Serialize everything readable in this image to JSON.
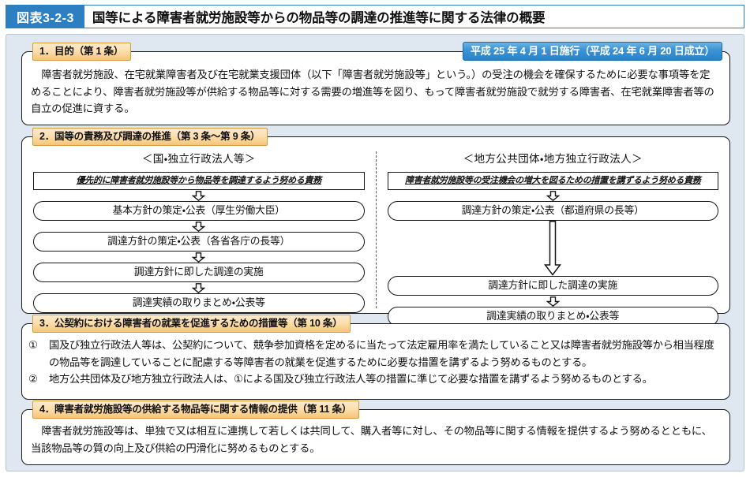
{
  "header": {
    "figure_number": "図表3-2-3",
    "title": "国等による障害者就労施設等からの物品等の調達の推進等に関する法律の概要"
  },
  "colors": {
    "brand_blue": "#2d7fc1",
    "panel_bg": "#dfe7f1",
    "label_orange": "#f6c578",
    "label_orange_border": "#d79b3c",
    "badge_blue": "#3d95d6",
    "box_border": "#161616"
  },
  "date_badge": {
    "text": "平成 25 年 4 月 1 日施行（平成 24 年 6 月 20 日成立）"
  },
  "section1": {
    "label": "1．目的（第 1 条）",
    "body": "障害者就労施設、在宅就業障害者及び在宅就業支援団体（以下「障害者就労施設等」という。）の受注の機会を確保するために必要な事項等を定めることにより、障害者就労施設等が供給する物品等に対する需要の増進等を図り、もって障害者就労施設で就労する障害者、在宅就業障害者等の自立の促進に資する。"
  },
  "section2": {
    "label": "2．国等の責務及び調達の推進（第 3 条～第 9 条）",
    "columns": [
      {
        "heading": "＜国・独立行政法人等＞",
        "duty": "優先的に障害者就労施設等から物品等を調達するよう努める責務",
        "steps": [
          "基本方針の策定・公表（厚生労働大臣）",
          "調達方針の策定・公表（各省各庁の長等）",
          "調達方針に即した調達の実施",
          "調達実績の取りまとめ・公表等"
        ],
        "arrows": [
          "short",
          "short",
          "short"
        ]
      },
      {
        "heading": "＜地方公共団体・地方独立行政法人＞",
        "duty": "障害者就労施設等の受注機会の増大を図るための措置を講ずるよう努める責務",
        "steps": [
          "調達方針の策定・公表（都道府県の長等）",
          "調達方針に即した調達の実施",
          "調達実績の取りまとめ・公表等"
        ],
        "arrows": [
          "tall",
          "short"
        ]
      }
    ]
  },
  "section3": {
    "label": "3．公契約における障害者の就業を促進するための措置等（第 10 条）",
    "items": [
      {
        "mark": "①",
        "text": "国及び独立行政法人等は、公契約について、競争参加資格を定めるに当たって法定雇用率を満たしていること又は障害者就労施設等から相当程度の物品等を調達していることに配慮する等障害者の就業を促進するために必要な措置を講ずるよう努めるものとする。"
      },
      {
        "mark": "②",
        "text": "地方公共団体及び地方独立行政法人は、①による国及び独立行政法人等の措置に準じて必要な措置を講ずるよう努めるものとする。"
      }
    ]
  },
  "section4": {
    "label": "4．障害者就労施設等の供給する物品等に関する情報の提供（第 11 条）",
    "body": "障害者就労施設等は、単独で又は相互に連携して若しくは共同して、購入者等に対し、その物品等に関する情報を提供するよう努めるとともに、当該物品等の質の向上及び供給の円滑化に努めるものとする。"
  }
}
